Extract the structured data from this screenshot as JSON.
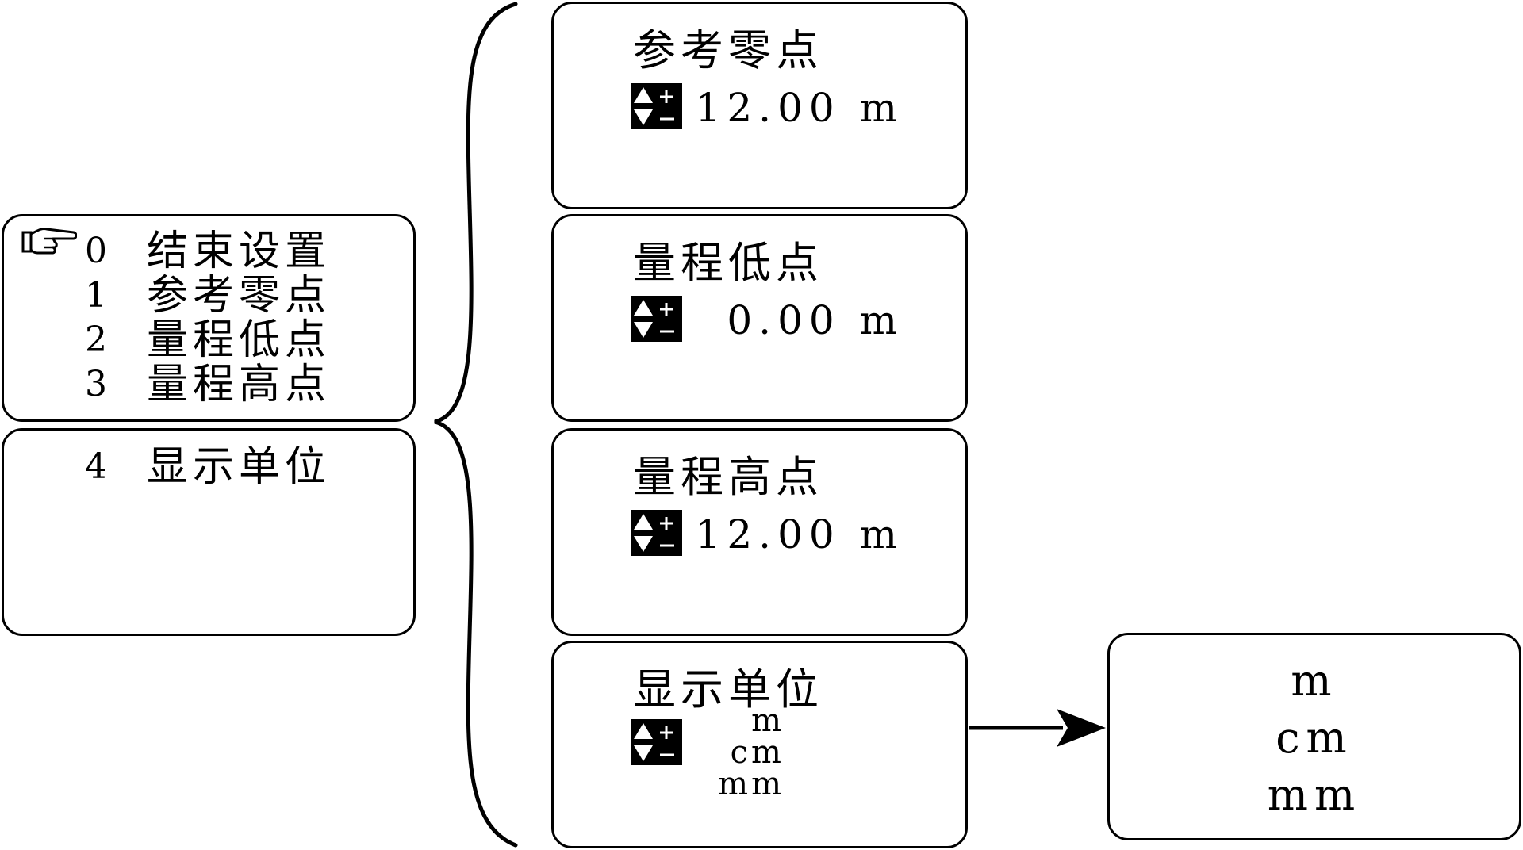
{
  "main_menu": {
    "items": [
      {
        "num": "0",
        "label": "结束设置"
      },
      {
        "num": "1",
        "label": "参考零点"
      },
      {
        "num": "2",
        "label": "量程低点"
      },
      {
        "num": "3",
        "label": "量程高点"
      }
    ]
  },
  "menu_page2": {
    "items": [
      {
        "num": "4",
        "label": "显示单位"
      }
    ]
  },
  "panels": {
    "ref_zero": {
      "title": "参考零点",
      "value": "12.00 m"
    },
    "range_low": {
      "title": "量程低点",
      "value": "0.00 m"
    },
    "range_high": {
      "title": "量程高点",
      "value": "12.00 m"
    },
    "display_unit": {
      "title": "显示单位",
      "units": [
        "m",
        "cm",
        "mm"
      ]
    }
  },
  "unit_result": {
    "units": [
      "m",
      "cm",
      "mm"
    ]
  },
  "icons": {
    "pointer": "hand-pointer-icon",
    "stepper": "up-down-plus-minus-icon"
  },
  "colors": {
    "stroke": "#000000",
    "background": "#ffffff"
  }
}
